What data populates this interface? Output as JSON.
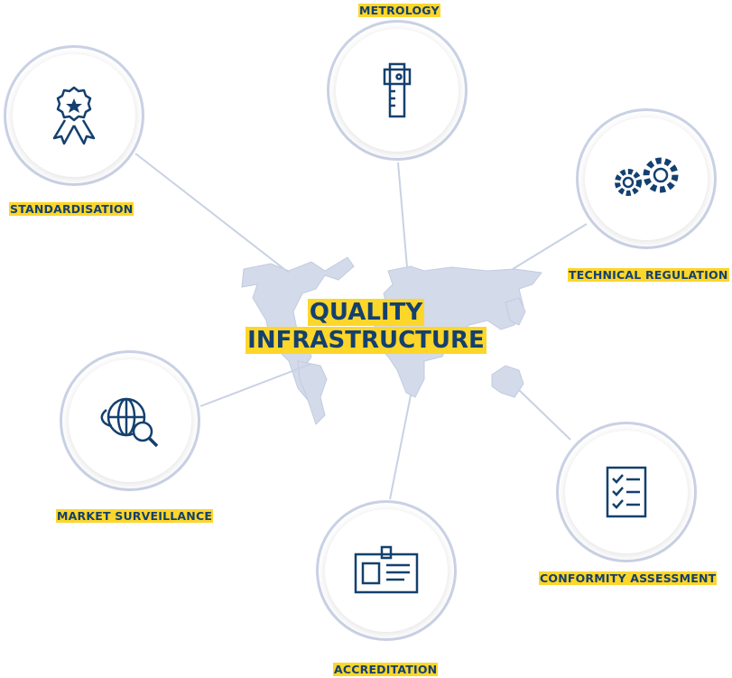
{
  "title": {
    "line1": "QUALITY",
    "line2": "INFRASTRUCTURE"
  },
  "colors": {
    "navy": "#14406f",
    "yellow": "#fdd62a",
    "ring": "#c9d1e4",
    "map": "#d3dae9"
  },
  "nodes": [
    {
      "label": "STANDARDISATION",
      "icon": "award-ribbon-icon"
    },
    {
      "label": "METROLOGY",
      "icon": "caliper-icon"
    },
    {
      "label": "TECHNICAL REGULATION",
      "icon": "gears-icon"
    },
    {
      "label": "MARKET SURVEILLANCE",
      "icon": "globe-search-icon"
    },
    {
      "label": "ACCREDITATION",
      "icon": "id-badge-icon"
    },
    {
      "label": "CONFORMITY ASSESSMENT",
      "icon": "checklist-icon"
    }
  ]
}
